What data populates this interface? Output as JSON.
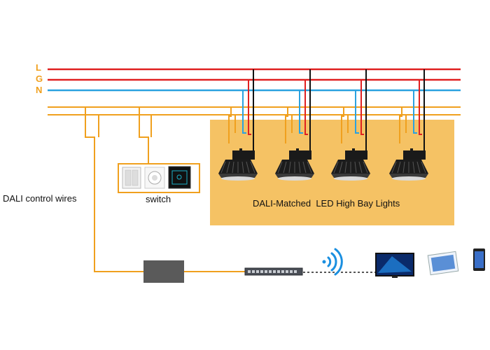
{
  "bus": {
    "lines": [
      {
        "label": "L",
        "color": "#e02020"
      },
      {
        "label": "G",
        "color": "#e02020"
      },
      {
        "label": "N",
        "color": "#2aa2e0"
      }
    ],
    "dali_color": "#f0a01e"
  },
  "labels": {
    "dali_wires": "DALI control wires",
    "switch": "switch",
    "lights": "DALI-Matched  LED High Bay Lights"
  },
  "colors": {
    "panel": "#f5c264",
    "wire_black": "#111111",
    "controller": "#5a5a5a"
  },
  "icons": [
    "wifi-icon",
    "tv-icon",
    "tablet-icon",
    "phone-icon",
    "network-switch-icon"
  ]
}
